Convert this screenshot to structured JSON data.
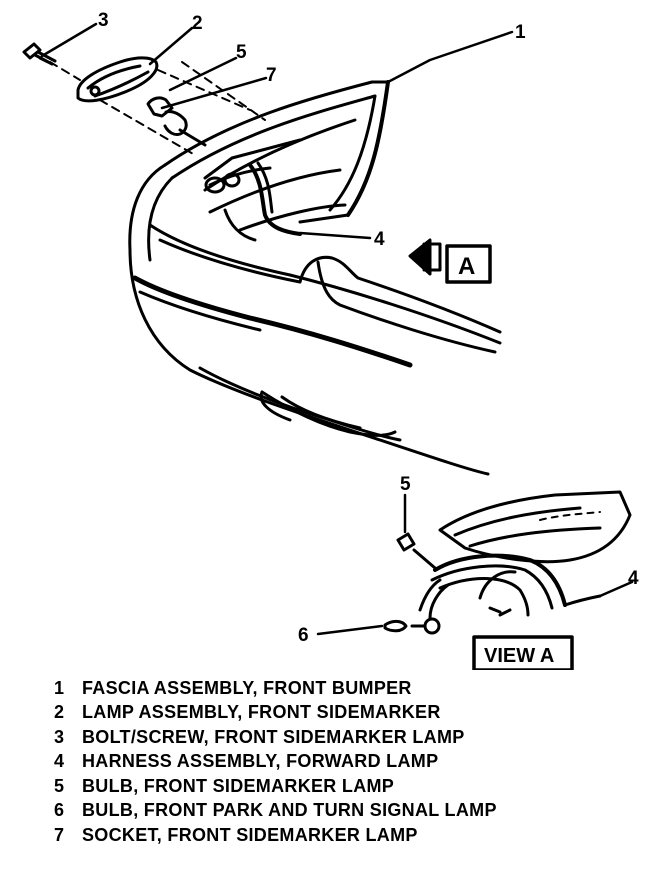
{
  "diagram": {
    "callouts": [
      "3",
      "2",
      "5",
      "7",
      "1",
      "4"
    ],
    "view_arrow_label": "A",
    "detail_view": {
      "title": "VIEW A",
      "callouts": [
        "5",
        "4",
        "6"
      ]
    }
  },
  "legend": [
    {
      "num": "1",
      "text": "FASCIA ASSEMBLY, FRONT BUMPER"
    },
    {
      "num": "2",
      "text": "LAMP ASSEMBLY, FRONT SIDEMARKER"
    },
    {
      "num": "3",
      "text": "BOLT/SCREW, FRONT SIDEMARKER LAMP"
    },
    {
      "num": "4",
      "text": "HARNESS ASSEMBLY, FORWARD LAMP"
    },
    {
      "num": "5",
      "text": "BULB, FRONT SIDEMARKER LAMP"
    },
    {
      "num": "6",
      "text": "BULB, FRONT PARK AND TURN SIGNAL LAMP"
    },
    {
      "num": "7",
      "text": "SOCKET, FRONT SIDEMARKER LAMP"
    }
  ]
}
